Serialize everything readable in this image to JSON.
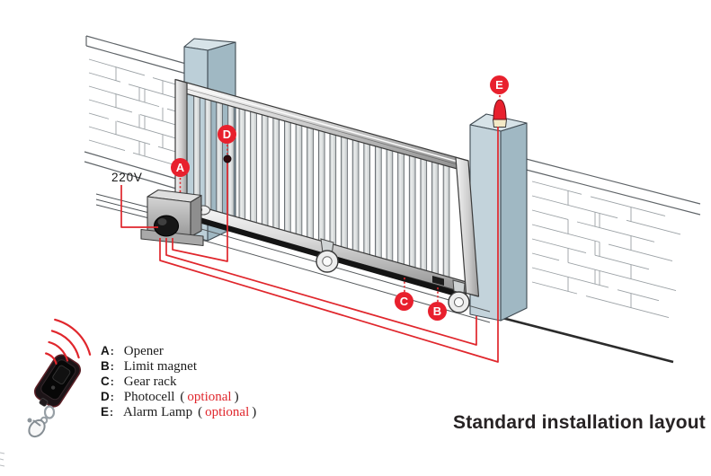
{
  "title": "Standard installation layout",
  "voltage_label": "220V",
  "markers": {
    "opener": "A",
    "limit_magnet": "B",
    "gear_rack": "C",
    "photocell": "D",
    "alarm_lamp": "E"
  },
  "legend": {
    "items": [
      {
        "letter": "A",
        "colon": ":",
        "label": "Opener",
        "paren_open": "",
        "optional": "",
        "paren_close": ""
      },
      {
        "letter": "B",
        "colon": ":",
        "label": "Limit magnet",
        "paren_open": "",
        "optional": "",
        "paren_close": ""
      },
      {
        "letter": "C",
        "colon": ":",
        "label": "Gear rack",
        "paren_open": "",
        "optional": "",
        "paren_close": ""
      },
      {
        "letter": "D",
        "colon": ":",
        "label": "Photocell",
        "paren_open": "(",
        "optional": "optional",
        "paren_close": ")"
      },
      {
        "letter": "E",
        "colon": ":",
        "label": "Alarm Lamp",
        "paren_open": "(",
        "optional": "optional",
        "paren_close": ")"
      }
    ]
  },
  "colors": {
    "accent_red": "#e0262c",
    "marker_red": "#e8202d",
    "pillar_front": "#bccfd8",
    "pillar_side": "#a0b8c3",
    "pillar_top": "#d7e3e8",
    "gear_rack_black": "#141414",
    "wall_line_gray": "#9ba1a5"
  }
}
